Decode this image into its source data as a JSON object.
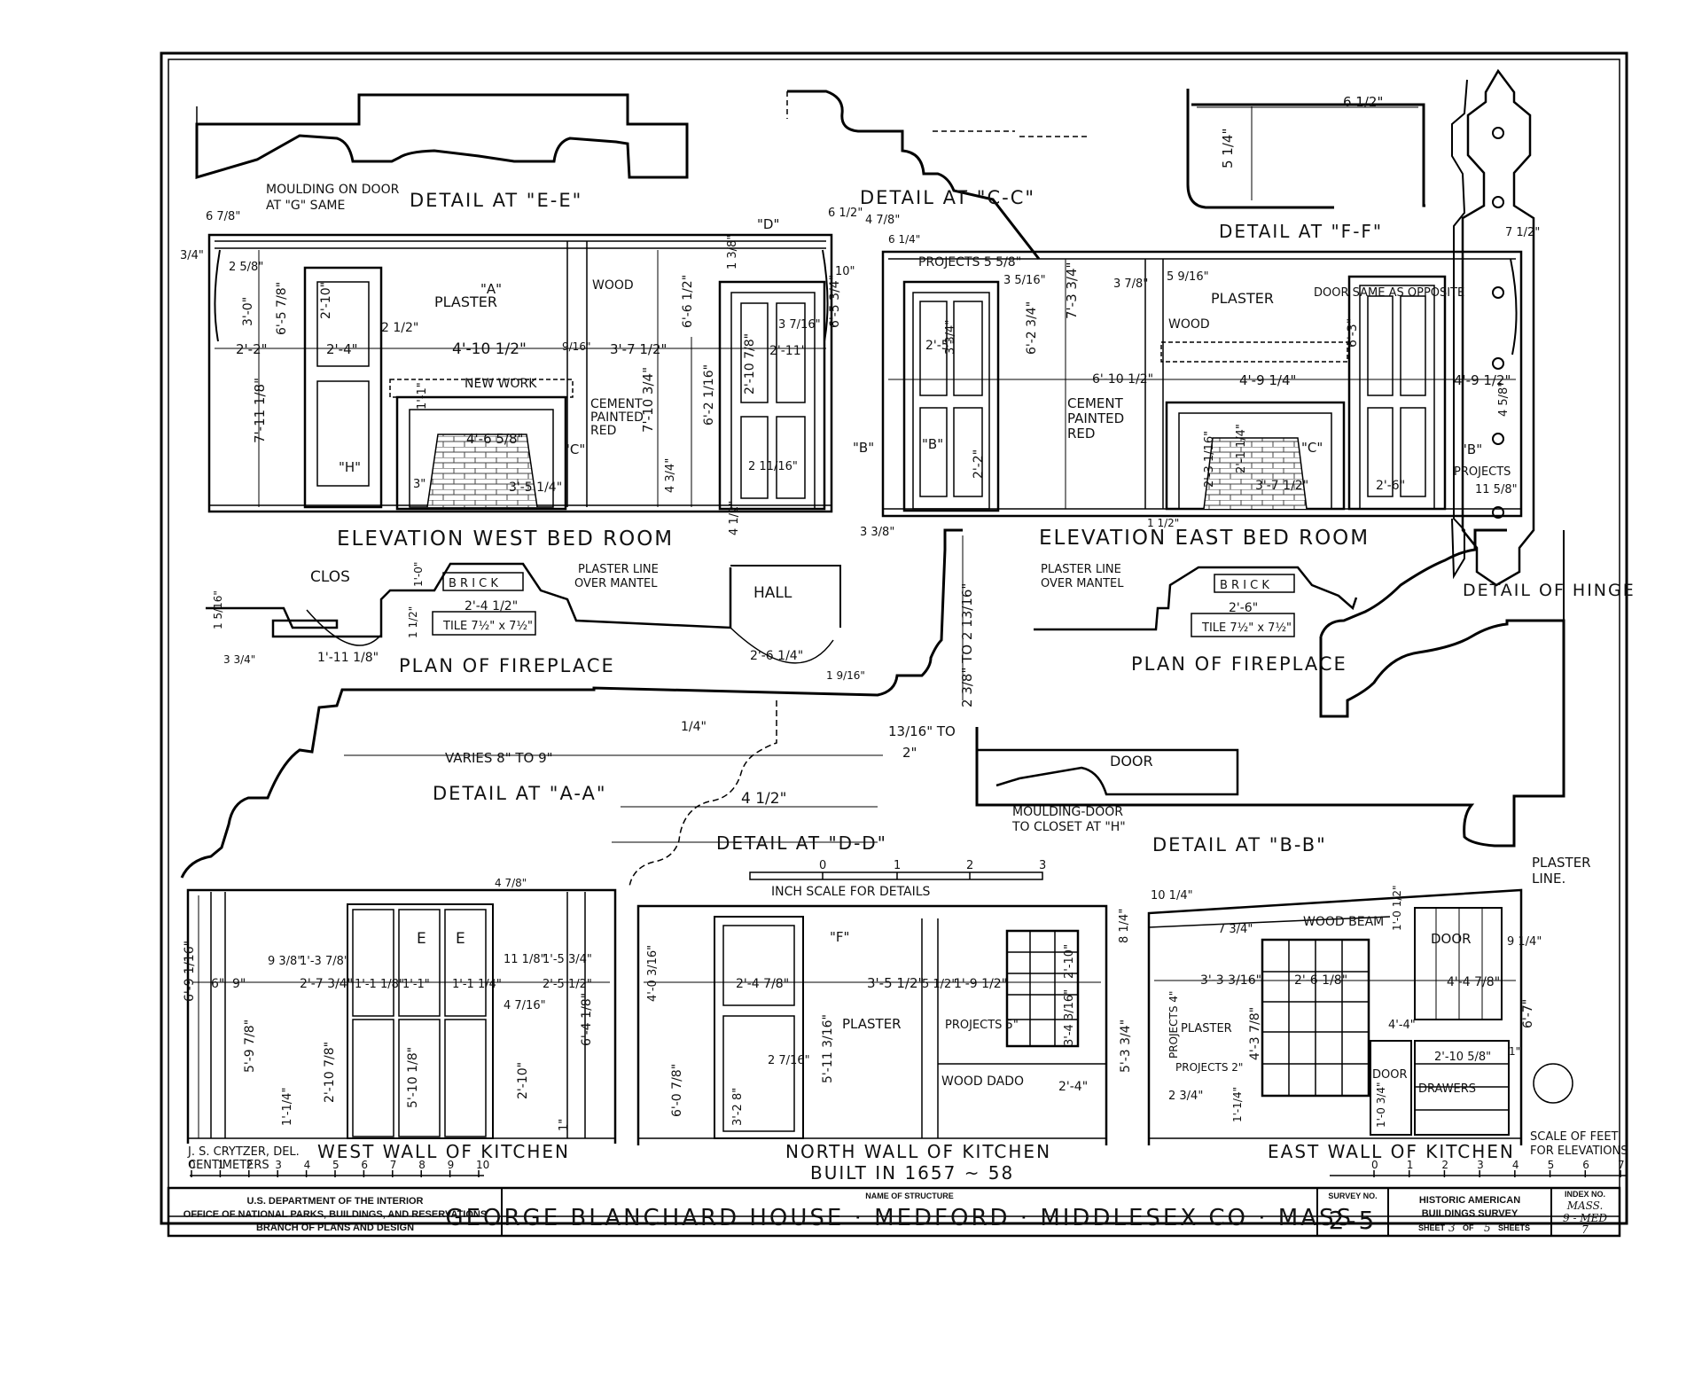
{
  "detail_titles": {
    "ee": "DETAIL AT \"E-E\"",
    "cc": "DETAIL AT \"C-C\"",
    "ff": "DETAIL AT \"F-F\"",
    "aa": "DETAIL AT \"A-A\"",
    "dd": "DETAIL AT \"D-D\"",
    "bb": "DETAIL AT \"B-B\"",
    "hinge": "DETAIL OF HINGE"
  },
  "notes": {
    "moulding_door_g_1": "MOULDING ON DOOR",
    "moulding_door_g_2": "AT \"G\" SAME",
    "door_same": "DOOR SAME AS OPPOSITE",
    "projects_58": "PROJECTS 5 5/8\"",
    "plaster_line_over_mantel_1": "PLASTER LINE",
    "plaster_line_over_mantel_2": "OVER MANTEL",
    "moulding_closet_1": "MOULDING-DOOR",
    "moulding_closet_2": "TO CLOSET AT \"H\"",
    "plaster_line_1": "PLASTER",
    "plaster_line_2": "LINE.",
    "varies": "VARIES 8\" TO 9\"",
    "to_13_16": "13/16\" TO",
    "to_2": "2\"",
    "range_23_8": "2 3/8\" TO 2 13/16\""
  },
  "elevation_west": {
    "title": "ELEVATION WEST BED ROOM",
    "plaster": "PLASTER",
    "wood": "WOOD",
    "new_work": "NEW WORK",
    "cement_1": "CEMENT",
    "cement_2": "PAINTED",
    "cement_3": "RED",
    "mark_a": "\"A\"",
    "mark_d": "\"D\"",
    "mark_c": "\"C\"",
    "mark_b": "\"B\"",
    "mark_h": "\"H\""
  },
  "elevation_east": {
    "title": "ELEVATION EAST BED ROOM",
    "plaster": "PLASTER",
    "wood": "WOOD",
    "cement_1": "CEMENT",
    "cement_2": "PAINTED",
    "cement_3": "RED",
    "mark_b1": "\"B\"",
    "mark_c": "\"C\"",
    "mark_b2": "\"B\"",
    "projects": "PROJECTS"
  },
  "plans": {
    "title": "PLAN OF FIREPLACE",
    "clos": "CLOS",
    "hall": "HALL",
    "brick": "B R I C K",
    "tile": "TILE 7½\" x 7½\""
  },
  "door_label": "DOOR",
  "scale_details": {
    "label": "INCH SCALE FOR DETAILS",
    "ticks": [
      "0",
      "1",
      "2",
      "3"
    ]
  },
  "scale_cm": {
    "author": "J. S. CRYTZER, DEL.",
    "label": "CENTIMETERS",
    "ticks": [
      "0",
      "1",
      "2",
      "3",
      "4",
      "5",
      "6",
      "7",
      "8",
      "9",
      "10"
    ]
  },
  "scale_feet": {
    "label_1": "SCALE OF FEET",
    "label_2": "FOR ELEVATIONS",
    "ticks": [
      "0",
      "1",
      "2",
      "3",
      "4",
      "5",
      "6",
      "7"
    ]
  },
  "kitchen_west": {
    "title": "WEST WALL OF KITCHEN",
    "mark_e1": "E",
    "mark_e2": "E"
  },
  "kitchen_north": {
    "title_1": "NORTH WALL OF KITCHEN",
    "title_2": "BUILT IN 1657 ~ 58",
    "plaster": "PLASTER",
    "wood_dado": "WOOD DADO",
    "projects": "PROJECTS 5\"",
    "mark_f": "\"F\""
  },
  "kitchen_east": {
    "title": "EAST WALL OF KITCHEN",
    "wood_beam": "WOOD BEAM",
    "door_1": "DOOR",
    "door_2": "DOOR",
    "drawers": "DRAWERS",
    "plaster": "PLASTER",
    "projects_a": "PROJECTS 4\"",
    "projects_b": "PROJECTS 2\""
  },
  "dimensions": {
    "ee_68": "6 7/8\"",
    "ee_34": "3/4\"",
    "ee_25": "2 5/8\"",
    "ee_30": "3'-0\"",
    "ee_22": "2'-2\"",
    "ee_71": "7'-11 1/8\"",
    "ee_654": "6'-5 7/8\"",
    "ee_210": "2'-10\"",
    "ee_24": "2'-4\"",
    "ee_212": "2 1/2\"",
    "ee_4105": "4'-10 1/2\"",
    "ee_3712": "3'-7 1/2\"",
    "ee_916": "9/16\"",
    "ee_465": "4'-6 5/8\"",
    "ee_11": "1'-1\"",
    "ee_3": "3\"",
    "ee_354": "3'-5 1/4\"",
    "ee_7103": "7'-10 3/4\"",
    "ee_434": "4 3/4\"",
    "d_138": "1 3/8\"",
    "d_662": "6'-6 1/2\"",
    "d_621": "6'-2 1/16\"",
    "d_21078": "2'-10 7/8\"",
    "d_211": "2'-11\"",
    "d_3716": "3 7/16\"",
    "d_654": "6'-5 3/4\"",
    "d_10": "10\"",
    "d_2116": "2 11/16\"",
    "d_412": "4 1/2\"",
    "d_338": "3 3/8\"",
    "cc_612": "6 1/2\"",
    "cc_478": "4 7/8\"",
    "cc_614": "6 1/4\"",
    "e_734": "7'-3 3/4\"",
    "e_3516": "3 5/16\"",
    "e_6234": "6'-2 3/4\"",
    "e_25": "2'-5\"",
    "e_334": "3 3/4\"",
    "e_6105": "6'-10 1/2\"",
    "e_22": "2'-2\"",
    "e_3716": "3 7/8\"",
    "e_5916": "5 9/16\"",
    "e_63": "6'-3\"",
    "e_4914": "4'-9 1/4\"",
    "e_4912": "4'-9 1/2\"",
    "e_458": "4 5/8\"",
    "e_2316": "2'-3 1/16\"",
    "e_214": "2'-1 1/4\"",
    "e_3712": "3'-7 1/2\"",
    "e_26": "2'-6\"",
    "e_1158": "11 5/8\"",
    "e_112": "1 1/2\"",
    "ff_612": "6 1/2\"",
    "ff_514": "5 1/4\"",
    "ff_712": "7 1/2\"",
    "p_10": "1'-0\"",
    "p_242": "2'-4 1/2\"",
    "p_26": "2'-6\"",
    "p_15": "1 5/16\"",
    "p_1118": "1'-11 1/8\"",
    "p_334": "3 3/4\"",
    "p_2614": "2'-6 1/4\"",
    "p_1916": "1 9/16\"",
    "p_112": "1 1/2\"",
    "p_14": "1/4\"",
    "dd_412": "4 1/2\"",
    "w_692": "6'-9 1/16\"",
    "w_6": "6\"",
    "w_9": "9\"",
    "w_938": "9 3/8\"",
    "w_1378": "1'-3 7/8\"",
    "w_2734": "2'-7 3/4\"",
    "w_118": "1'-1 1/8\"",
    "w_11": "1'-1\"",
    "w_1114": "1'-1 1/4\"",
    "w_1118": "11 1/8\"",
    "w_1534": "1'-5 3/4\"",
    "w_2512": "2'-5 1/2\"",
    "w_478": "4 7/8\"",
    "w_4716": "4 7/16\"",
    "w_5978": "5'-9 7/8\"",
    "w_2108": "2'-10 7/8\"",
    "w_5108": "5'-10 1/8\"",
    "w_210": "2'-10\"",
    "w_641": "6'-4 1/8\"",
    "w_114": "1'-1/4\"",
    "w_1": "1\"",
    "n_4103": "4'-0 3/16\"",
    "n_2467": "2'-4 7/8\"",
    "n_3512": "3'-5 1/2\"",
    "n_512": "5 1/2\"",
    "n_1912": "1'-9 1/2\"",
    "n_5113": "5'-11 3/16\"",
    "n_608": "6'-0 7/8\"",
    "n_3_28": "3'-2 8\"",
    "n_24": "2'-4\"",
    "n_2716": "2 7/16\"",
    "n_212": "2'-10\"",
    "n_3416": "3'-4 3/16\"",
    "n_534": "5'-3 3/4\"",
    "n_814": "8 1/4\"",
    "k_1014": "10 1/4\"",
    "k_734": "7 3/4\"",
    "k_3316": "3'-3 3/16\"",
    "k_2618": "2'-6 1/8\"",
    "k_4378": "4'-3 7/8\"",
    "k_44": "4'-4\"",
    "k_447": "4'-4 7/8\"",
    "k_9": "9 1/4\"",
    "k_667": "6'-7\"",
    "k_234": "2 3/4\"",
    "k_114": "1'-1/4\"",
    "k_2108": "2'-10 5/8\"",
    "k_1034": "1'-0 3/4\"",
    "k_1": "1\"",
    "k_102": "1'-0 1/2\""
  },
  "title_block": {
    "agency_1": "U.S. DEPARTMENT OF THE INTERIOR",
    "agency_2": "OFFICE OF NATIONAL PARKS, BUILDINGS, AND RESERVATIONS",
    "agency_3": "BRANCH OF PLANS AND DESIGN",
    "name_label": "NAME OF STRUCTURE",
    "name": "GEORGE BLANCHARD HOUSE · MEDFORD · MIDDLESEX CO · MASS ·",
    "survey_label": "SURVEY NO.",
    "survey_no": "2-5",
    "habs_1": "HISTORIC AMERICAN",
    "habs_2": "BUILDINGS SURVEY",
    "sheet_label": "SHEET",
    "sheet_no": "3",
    "sheet_of": "OF",
    "sheet_total": "5",
    "sheets_label": "SHEETS",
    "index_label": "INDEX NO.",
    "index_1": "MASS.",
    "index_2": "9 - MED",
    "index_3": "7"
  }
}
